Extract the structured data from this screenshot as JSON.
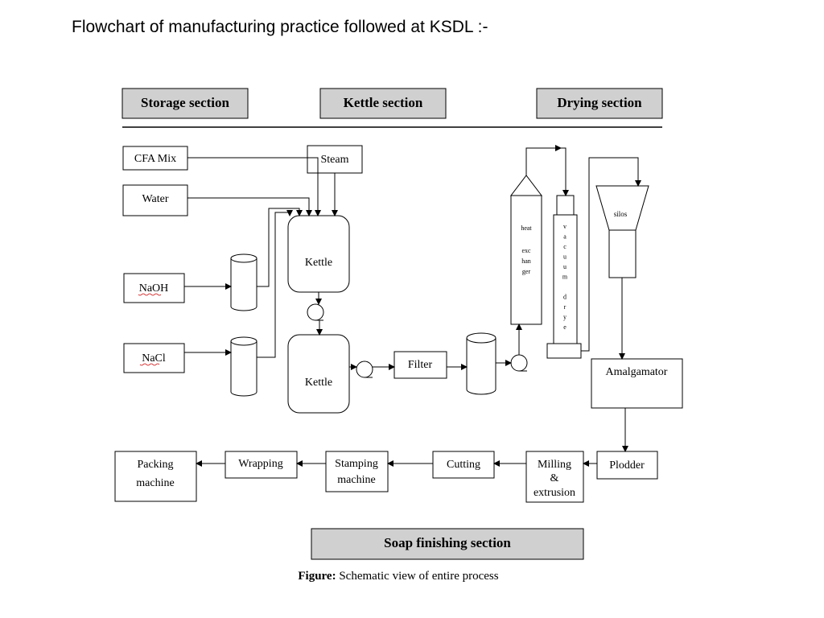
{
  "page": {
    "title": "Flowchart of manufacturing practice followed at KSDL :-"
  },
  "diagram": {
    "sections": {
      "storage": "Storage section",
      "kettle": "Kettle section",
      "drying": "Drying section",
      "finishing": "Soap finishing section"
    },
    "inputs": {
      "cfa_mix": "CFA Mix",
      "water": "Water",
      "steam": "Steam",
      "naoh": "NaOH",
      "nacl": "NaCl"
    },
    "kettle1": "Kettle",
    "kettle2": "Kettle",
    "filter": "Filter",
    "heat_exchanger": [
      "heat",
      "exc",
      "han",
      "ger"
    ],
    "vacuum_dryer": [
      "v",
      "a",
      "c",
      "u",
      "u",
      "m",
      "",
      "d",
      "r",
      "y",
      "e"
    ],
    "silos": "silos",
    "amalgamator": "Amalgamator",
    "plodder": "Plodder",
    "milling": [
      "Milling",
      "&",
      "extrusion"
    ],
    "cutting": "Cutting",
    "stamping": [
      "Stamping",
      "machine"
    ],
    "wrapping": "Wrapping",
    "packing": [
      "Packing",
      "machine"
    ],
    "caption": {
      "label": "Figure:",
      "text": " Schematic view of entire process"
    }
  }
}
